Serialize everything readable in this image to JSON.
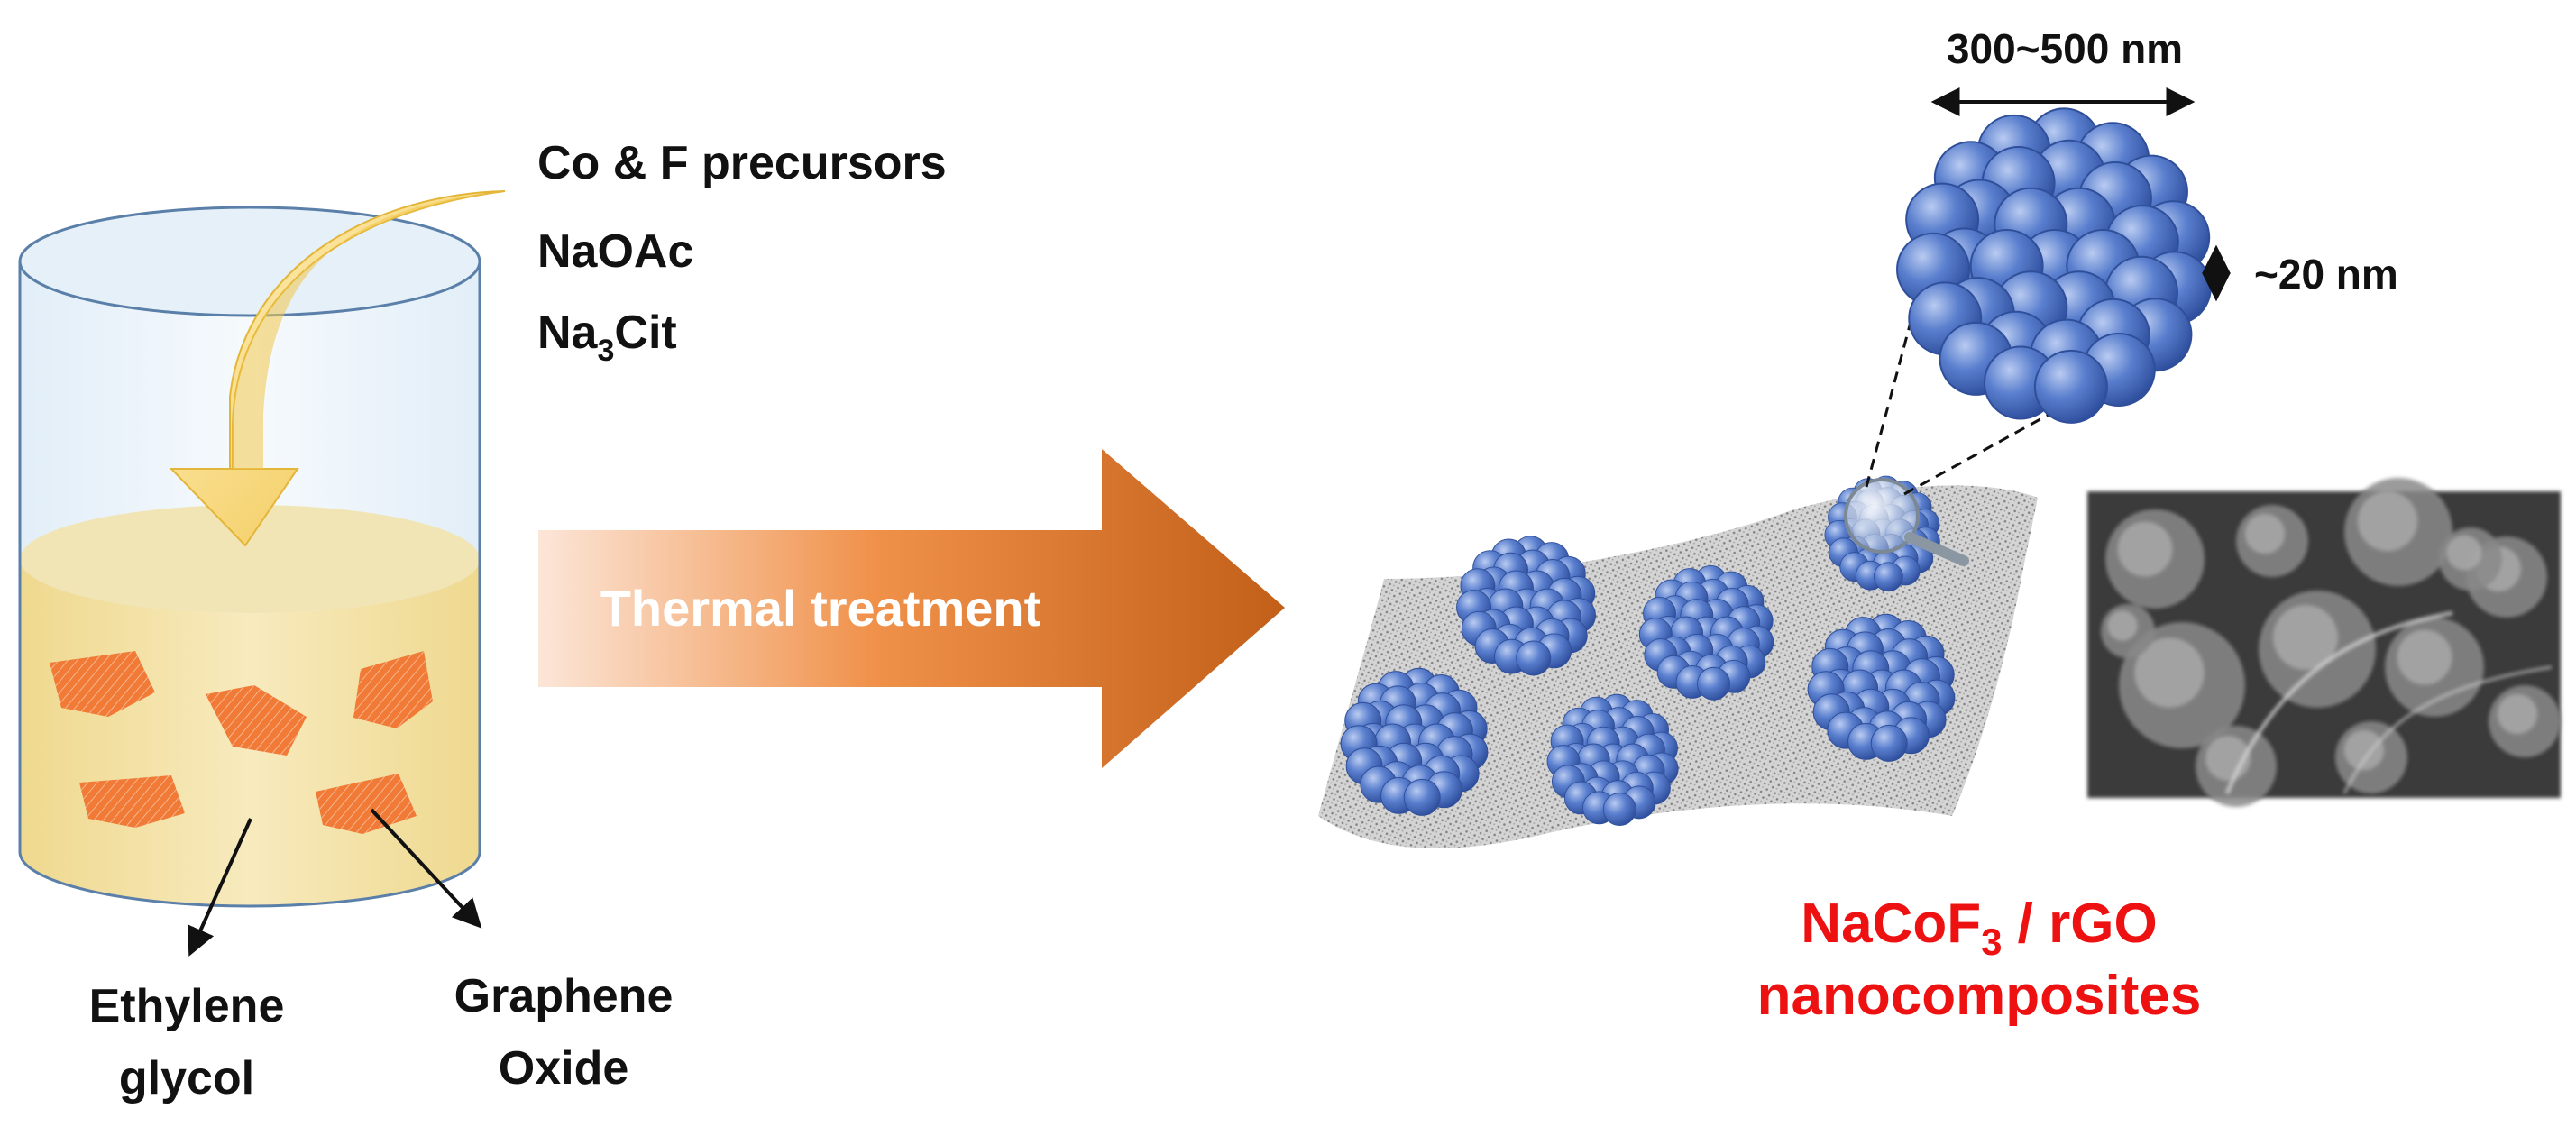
{
  "precursors": {
    "line1": "Co & F precursors",
    "line2": "NaOAc",
    "line3_main": "Na",
    "line3_sub": "3",
    "line3_end": "Cit"
  },
  "beaker_labels": {
    "solvent_line1": "Ethylene",
    "solvent_line2": "glycol",
    "sheet_line1": "Graphene",
    "sheet_line2": "Oxide"
  },
  "process": {
    "arrow_label": "Thermal treatment"
  },
  "dimensions": {
    "cluster_size": "300~500 nm",
    "particle_size": "~20 nm"
  },
  "product": {
    "line1_a": "NaCoF",
    "line1_sub": "3",
    "line1_b": " / rGO",
    "line2": "nanocomposites"
  },
  "colors": {
    "precursor_arrow": "#f0c64a",
    "solution": "#f3e3a6",
    "graphene_oxide_flake": "#ef7a3a",
    "thermal_arrow_start": "#fbe3d4",
    "thermal_arrow_end": "#c9661c",
    "nanocluster": "#4a6fc0",
    "product_text": "#ee1111"
  }
}
